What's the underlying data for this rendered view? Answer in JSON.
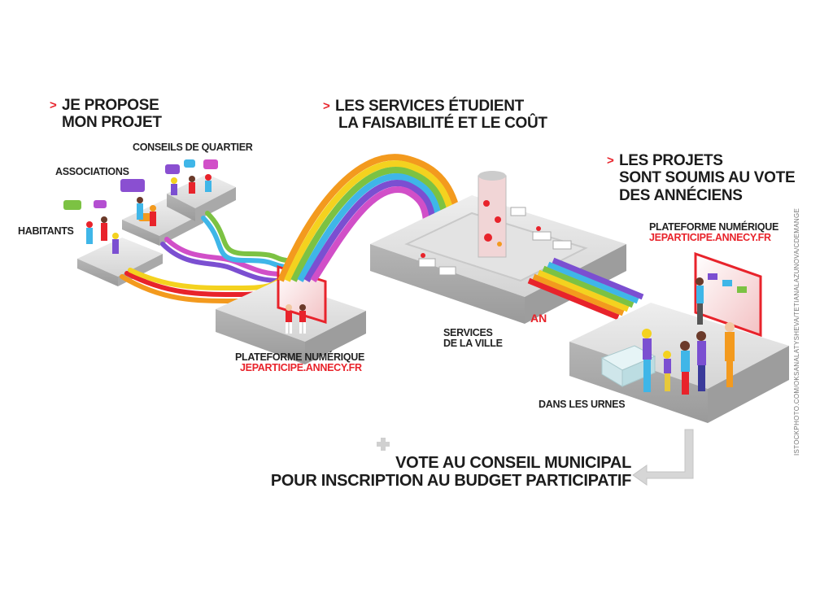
{
  "steps": {
    "propose": {
      "arrow": ">",
      "line1": "JE PROPOSE",
      "line2": "MON PROJET"
    },
    "services": {
      "arrow": ">",
      "line1": "LES SERVICES ÉTUDIENT",
      "line2": "LA FAISABILITÉ ET LE COÛT"
    },
    "vote": {
      "arrow": ">",
      "line1": "LES PROJETS",
      "line2": "SONT SOUMIS AU VOTE",
      "line3": "DES ANNÉCIENS"
    }
  },
  "actors": {
    "conseils": "CONSEILS DE QUARTIER",
    "associations": "ASSOCIATIONS",
    "habitants": "HABITANTS"
  },
  "platform_left": {
    "title": "PLATEFORME NUMÉRIQUE",
    "url": "JEPARTICIPE.ANNECY.FR"
  },
  "platform_right": {
    "title": "PLATEFORME NUMÉRIQUE",
    "url": "JEPARTICIPE.ANNECY.FR"
  },
  "services_ville": {
    "line1": "SERVICES",
    "line2": "DE LA VILLE"
  },
  "urnes": "DANS LES URNES",
  "final": {
    "plus": "+",
    "line1": "VOTE AU CONSEIL MUNICIPAL",
    "line2": "POUR INSCRIPTION AU BUDGET PARTICIPATIF"
  },
  "credit": "ISTOCKPHOTO.COM/OKSANALATYSHEVA/TETIANALAZUNOVA/CDEMANGE",
  "building_sign": "AN",
  "colors": {
    "accent": "#e8232b",
    "text": "#1c1c1c",
    "platform": "#d9d9d9",
    "rainbow": [
      "#e8232b",
      "#f39a1e",
      "#f4d21f",
      "#7cc243",
      "#3fb6e8",
      "#7b4fd1",
      "#d14fc8"
    ]
  }
}
